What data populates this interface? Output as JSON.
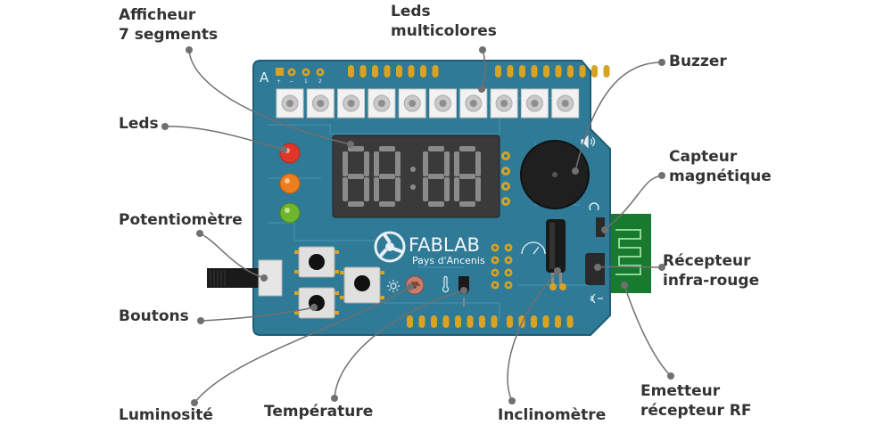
{
  "colors": {
    "board": "#2f7a96",
    "board_edge": "#1f5d75",
    "trace": "#3d8aa8",
    "gold": "#d9a322",
    "leader": "#707070",
    "label_text": "#333333",
    "rf_module": "#177a2e"
  },
  "board": {
    "corner_mark": "A",
    "pin_marks": [
      "+",
      "−",
      "1",
      "2"
    ],
    "logo": {
      "brand": "FABLAB",
      "subtitle": "Pays d'Ancenis"
    },
    "display_digits": "88:88",
    "icons": [
      "speaker-icon",
      "magnet-icon",
      "infrared-icon",
      "sun-icon",
      "thermometer-icon",
      "gauge-icon"
    ]
  },
  "labels": {
    "afficheur": [
      "Afficheur",
      "7 segments"
    ],
    "leds_multicolores": [
      "Leds",
      "multicolores"
    ],
    "buzzer": [
      "Buzzer"
    ],
    "leds": [
      "Leds"
    ],
    "capteur": [
      "Capteur",
      "magnétique"
    ],
    "potentiometre": [
      "Potentiomètre"
    ],
    "recepteur": [
      "Récepteur",
      "infra-rouge"
    ],
    "boutons": [
      "Boutons"
    ],
    "emetteur": [
      "Emetteur",
      "récepteur RF"
    ],
    "luminosite": [
      "Luminosité"
    ],
    "temperature": [
      "Température"
    ],
    "inclinometre": [
      "Inclinomètre"
    ]
  }
}
